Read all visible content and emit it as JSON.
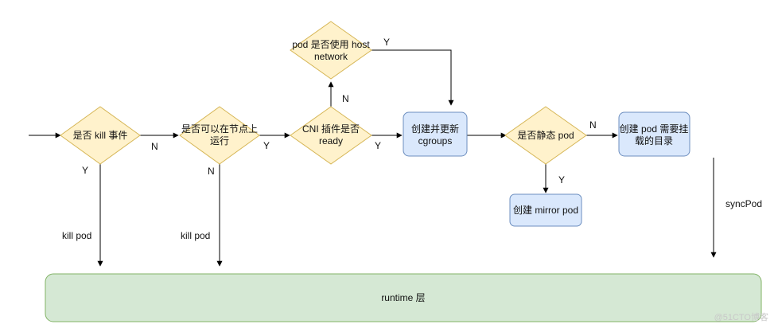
{
  "nodes": {
    "kill_event": "是否 kill 事件",
    "can_run_line1": "是否可以在节点上",
    "can_run_line2": "运行",
    "cni_line1": "CNI 插件是否",
    "cni_line2": "ready",
    "host_network_line1": "pod 是否使用 host",
    "host_network_line2": "network",
    "cgroups_line1": "创建并更新",
    "cgroups_line2": "cgroups",
    "static_pod": "是否静态 pod",
    "mirror_pod": "创建 mirror pod",
    "pod_dir_line1": "创建 pod 需要挂",
    "pod_dir_line2": "载的目录",
    "runtime": "runtime 层"
  },
  "edges": {
    "kill_no": "N",
    "kill_yes": "Y",
    "kill_pod_1": "kill pod",
    "can_run_yes": "Y",
    "can_run_no": "N",
    "kill_pod_2": "kill pod",
    "cni_no": "N",
    "cni_yes": "Y",
    "host_network_yes": "Y",
    "static_no": "N",
    "static_yes": "Y",
    "sync_pod": "syncPod"
  },
  "watermark": "@51CTO博客",
  "colors": {
    "decision_fill": "#fff2cc",
    "decision_stroke": "#d6b656",
    "process_fill": "#dae8fc",
    "process_stroke": "#6c8ebf",
    "runtime_fill": "#d5e8d4",
    "runtime_stroke": "#82b366",
    "line": "#000000"
  }
}
